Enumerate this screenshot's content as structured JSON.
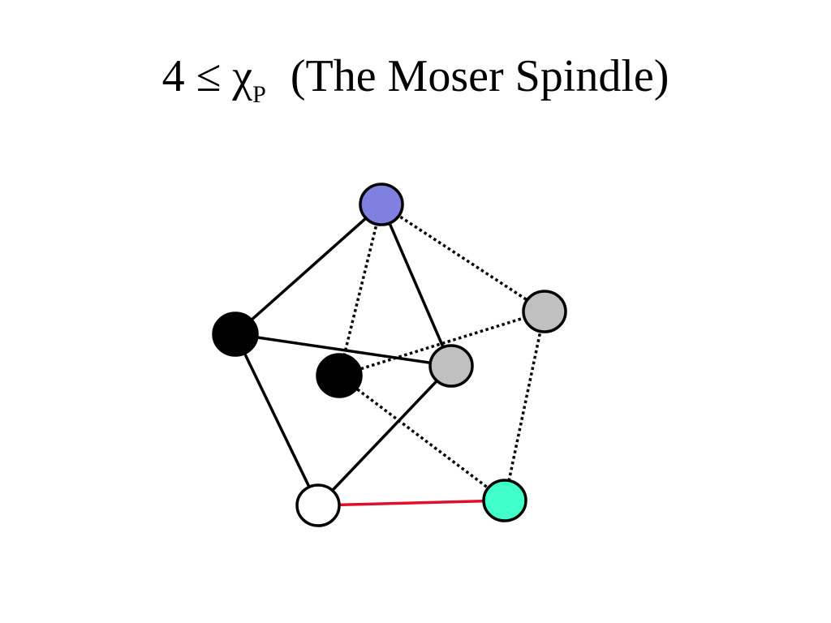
{
  "title": {
    "lead": "4 ≤ χ",
    "subscript": "P",
    "text": "(The Moser Spindle)"
  },
  "graph": {
    "nodes": [
      {
        "id": "top",
        "fill": "#8080e0"
      },
      {
        "id": "right-gray",
        "fill": "#c0c0c0"
      },
      {
        "id": "left-black",
        "fill": "#000000"
      },
      {
        "id": "inner-black",
        "fill": "#000000"
      },
      {
        "id": "inner-gray",
        "fill": "#c0c0c0"
      },
      {
        "id": "bottom-white",
        "fill": "#ffffff"
      },
      {
        "id": "bottom-teal",
        "fill": "#40ffc8"
      }
    ],
    "edges": [
      {
        "from": "top",
        "to": "left-black",
        "style": "solid",
        "color": "#000000"
      },
      {
        "from": "top",
        "to": "inner-gray",
        "style": "solid",
        "color": "#000000"
      },
      {
        "from": "left-black",
        "to": "inner-gray",
        "style": "solid",
        "color": "#000000"
      },
      {
        "from": "left-black",
        "to": "bottom-white",
        "style": "solid",
        "color": "#000000"
      },
      {
        "from": "bottom-white",
        "to": "inner-gray",
        "style": "solid",
        "color": "#000000"
      },
      {
        "from": "bottom-white",
        "to": "bottom-teal",
        "style": "solid",
        "color": "#e0102c"
      },
      {
        "from": "top",
        "to": "inner-black",
        "style": "dotted",
        "color": "#000000"
      },
      {
        "from": "top",
        "to": "right-gray",
        "style": "dotted",
        "color": "#000000"
      },
      {
        "from": "inner-black",
        "to": "right-gray",
        "style": "dotted",
        "color": "#000000"
      },
      {
        "from": "inner-black",
        "to": "bottom-teal",
        "style": "dotted",
        "color": "#000000"
      },
      {
        "from": "right-gray",
        "to": "bottom-teal",
        "style": "dotted",
        "color": "#000000"
      }
    ]
  }
}
